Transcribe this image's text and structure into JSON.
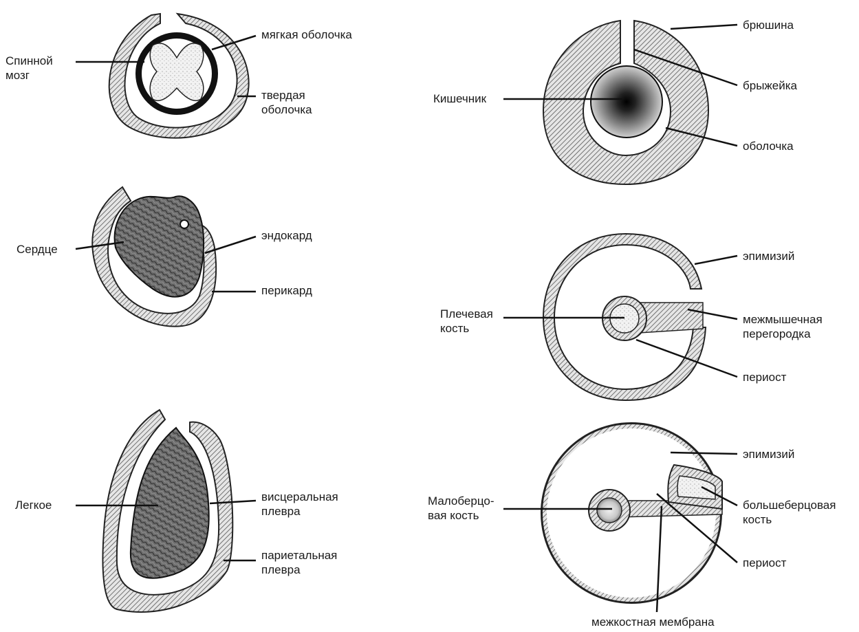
{
  "panels": {
    "spinal": {
      "organ": "Спинной\nмозг",
      "inner": "мягкая оболочка",
      "outer": "твердая\nоболочка"
    },
    "heart": {
      "organ": "Сердце",
      "inner": "эндокард",
      "outer": "перикард"
    },
    "lung": {
      "organ": "Легкое",
      "inner": "висцеральная\nплевра",
      "outer": "париетальная\nплевра"
    },
    "intestine": {
      "organ": "Кишечник",
      "peritoneum": "брюшина",
      "mesentery": "брыжейка",
      "membrane": "оболочка"
    },
    "arm": {
      "bone": "Плечевая\nкость",
      "epimysium": "эпимизий",
      "septum": "межмышечная\nперегородка",
      "periosteum": "периост"
    },
    "leg": {
      "fibula": "Малоберцо-\nвая кость",
      "epimysium": "эпимизий",
      "tibia": "большеберцовая\nкость",
      "periosteum": "периост",
      "membrane": "межкостная мембрана"
    }
  }
}
